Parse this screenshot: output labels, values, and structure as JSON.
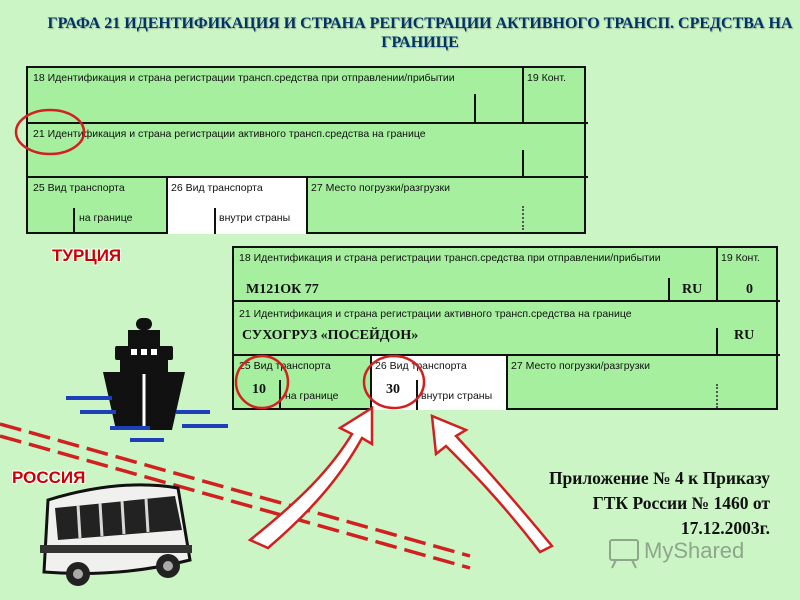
{
  "title": "ГРАФА 21 ИДЕНТИФИКАЦИЯ И СТРАНА РЕГИСТРАЦИИ АКТИВНОГО ТРАНСП. СРЕДСТВА НА ГРАНИЦЕ",
  "form_top": {
    "box18": "18 Идентификация и страна регистрации трансп.средства при отправлении/прибытии",
    "box19": "19 Конт.",
    "box21": "21 Идентификация и страна регистрации активного трансп.средства на границе",
    "box25": "25 Вид транспорта",
    "box25_sub": "на границе",
    "box26": "26 Вид транспорта",
    "box26_sub": "внутри страны",
    "box27": "27 Место погрузки/разгрузки"
  },
  "form_filled": {
    "box18": "18 Идентификация и страна регистрации трансп.средства при отправлении/прибытии",
    "box19": "19 Конт.",
    "box21": "21 Идентификация и страна регистрации активного трансп.средства на границе",
    "box25": "25 Вид транспорта",
    "box25_sub": "на границе",
    "box26": "26 Вид транспорта",
    "box26_sub": "внутри страны",
    "box27": "27 Место погрузки/разгрузки",
    "vehicle_id": "М121ОК 77",
    "vehicle_country": "RU",
    "container": "0",
    "active_vehicle": "СУХОГРУЗ «ПОСЕЙДОН»",
    "active_country": "RU",
    "transport_border": "10",
    "transport_inland": "30"
  },
  "labels": {
    "turkey": "ТУРЦИЯ",
    "russia": "РОССИЯ"
  },
  "appendix": {
    "line1": "Приложение № 4 к Приказу",
    "line2": "ГТК России № 1460 от",
    "line3": "17.12.2003г."
  },
  "watermark": "MyShared",
  "colors": {
    "form_bg": "#a5ef9e",
    "page_bg": "#ccf5c6",
    "circle": "#d22020",
    "title": "#003366"
  }
}
